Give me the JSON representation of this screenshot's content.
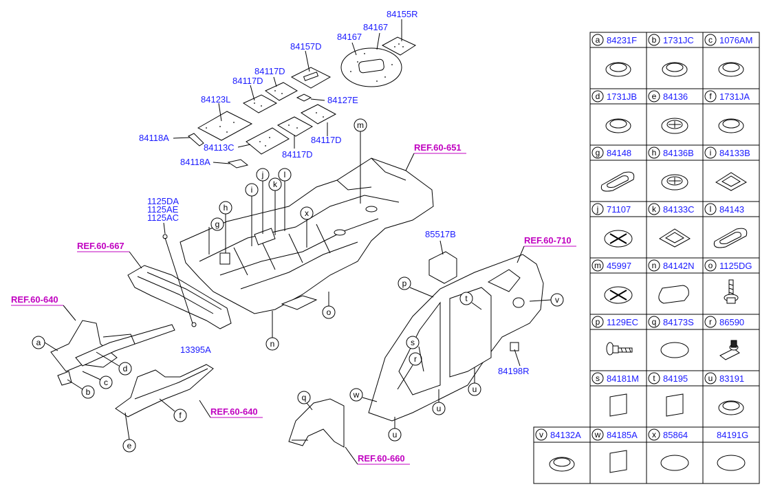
{
  "parts": {
    "p84155R": "84155R",
    "p84167a": "84167",
    "p84167b": "84167",
    "p84157D": "84157D",
    "p84117D_1": "84117D",
    "p84117D_2": "84117D",
    "p84127E": "84127E",
    "p84123L": "84123L",
    "p84118A_1": "84118A",
    "p84113C": "84113C",
    "p84117D_3": "84117D",
    "p84117D_4": "84117D",
    "p84118A_2": "84118A",
    "p1125DA": "1125DA",
    "p1125AE": "1125AE",
    "p1125AC": "1125AC",
    "p13395A": "13395A",
    "p85517B": "85517B",
    "p84198R": "84198R"
  },
  "refs": {
    "r651": "REF.60-651",
    "r667": "REF.60-667",
    "r640a": "REF.60-640",
    "r640b": "REF.60-640",
    "r710": "REF.60-710",
    "r660": "REF.60-660"
  },
  "callouts": [
    "m",
    "j",
    "k",
    "l",
    "i",
    "h",
    "g",
    "x",
    "o",
    "n",
    "a",
    "b",
    "c",
    "d",
    "e",
    "f",
    "p",
    "q",
    "r",
    "s",
    "t",
    "u",
    "u",
    "u",
    "v",
    "w"
  ],
  "legend": [
    {
      "letter": "a",
      "part": "84231F",
      "icon": "grommet"
    },
    {
      "letter": "b",
      "part": "1731JC",
      "icon": "grommet"
    },
    {
      "letter": "c",
      "part": "1076AM",
      "icon": "grommet"
    },
    {
      "letter": "d",
      "part": "1731JB",
      "icon": "grommet"
    },
    {
      "letter": "e",
      "part": "84136",
      "icon": "star-plug"
    },
    {
      "letter": "f",
      "part": "1731JA",
      "icon": "grommet"
    },
    {
      "letter": "g",
      "part": "84148",
      "icon": "oval-plug"
    },
    {
      "letter": "h",
      "part": "84136B",
      "icon": "star-plug"
    },
    {
      "letter": "i",
      "part": "84133B",
      "icon": "diamond-plug"
    },
    {
      "letter": "j",
      "part": "71107",
      "icon": "cross-plug"
    },
    {
      "letter": "k",
      "part": "84133C",
      "icon": "diamond-plug"
    },
    {
      "letter": "l",
      "part": "84143",
      "icon": "oval-plug"
    },
    {
      "letter": "m",
      "part": "45997",
      "icon": "cross-plug"
    },
    {
      "letter": "n",
      "part": "84142N",
      "icon": "capsule-plug"
    },
    {
      "letter": "o",
      "part": "1125DG",
      "icon": "bolt"
    },
    {
      "letter": "p",
      "part": "1129EC",
      "icon": "bolt-side"
    },
    {
      "letter": "q",
      "part": "84173S",
      "icon": "ellipse"
    },
    {
      "letter": "r",
      "part": "86590",
      "icon": "clip"
    },
    {
      "letter": "s",
      "part": "84181M",
      "icon": "pad"
    },
    {
      "letter": "t",
      "part": "84195",
      "icon": "pad"
    },
    {
      "letter": "u",
      "part": "83191",
      "icon": "grommet"
    },
    {
      "letter": "v",
      "part": "84132A",
      "icon": "grommet"
    },
    {
      "letter": "w",
      "part": "84185A",
      "icon": "pad"
    },
    {
      "letter": "x",
      "part": "85864",
      "icon": "ellipse"
    },
    {
      "letter": "",
      "part": "84191G",
      "icon": "ellipse"
    }
  ]
}
